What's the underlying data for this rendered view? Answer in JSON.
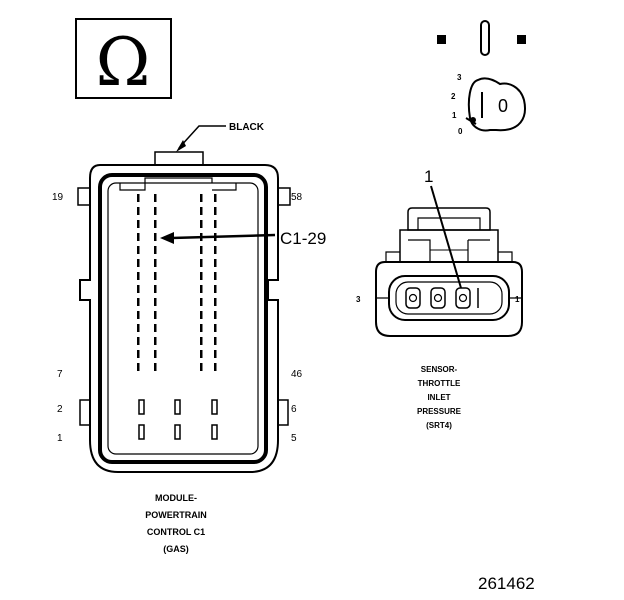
{
  "ohm_symbol": "Ω",
  "ignition_positions": [
    "3",
    "2",
    "1",
    "0"
  ],
  "ignition_key_label": "0",
  "pcm": {
    "color_label": "BLACK",
    "pins": {
      "top_left": "19",
      "top_right": "58",
      "left_7": "7",
      "right_46": "46",
      "left_2": "2",
      "right_6": "6",
      "left_1": "1",
      "right_5": "5"
    },
    "callout": "C1-29",
    "caption": [
      "MODULE-",
      "POWERTRAIN",
      "CONTROL C1",
      "(GAS)"
    ]
  },
  "sensor": {
    "callout_number": "1",
    "pin_left": "3",
    "pin_right": "1",
    "caption": [
      "SENSOR-",
      "THROTTLE",
      "INLET",
      "PRESSURE",
      "(SRT4)"
    ]
  },
  "figure_number": "261462"
}
